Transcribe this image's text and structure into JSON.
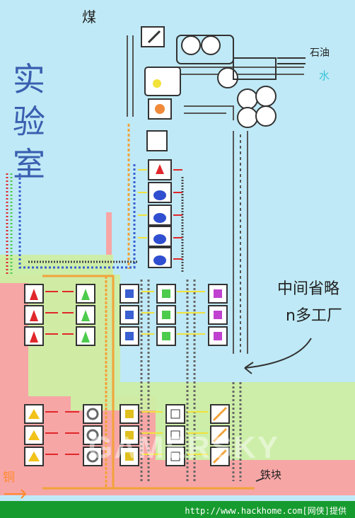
{
  "labels": {
    "coal": "煤",
    "oil": "石油",
    "water": "水",
    "lab_chars": [
      "实",
      "验",
      "室"
    ],
    "note_line1": "中间省略",
    "note_line2": "n多工厂",
    "iron": "铁块",
    "copper": "铜"
  },
  "watermark": "GAMERSKY",
  "footer": "http://www.hackhome.com[网侠]提供",
  "colors": {
    "sky": "#bfe9f6",
    "red_zone": "#f7a6a6",
    "green_zone": "#cdeea3",
    "yellow_arrow": "#f2e23a",
    "red_arrow": "#e0272b",
    "belt_orange": "#f2a33a",
    "footer_bar": "#169b2e"
  },
  "icons": {
    "red_pack": "red-science-pack-icon",
    "green_pack": "green-science-pack-icon",
    "blue_pack": "blue-science-pack-icon",
    "circuit": "electronic-circuit-icon",
    "gear": "gear-icon",
    "inserter": "inserter-icon",
    "belt": "transport-belt-icon",
    "engine": "engine-unit-icon",
    "advanced_circuit": "advanced-circuit-icon",
    "plastic": "plastic-bar-icon",
    "sulfur": "sulfur-icon",
    "acid": "sulfuric-acid-icon",
    "pipe": "pipe-icon"
  }
}
